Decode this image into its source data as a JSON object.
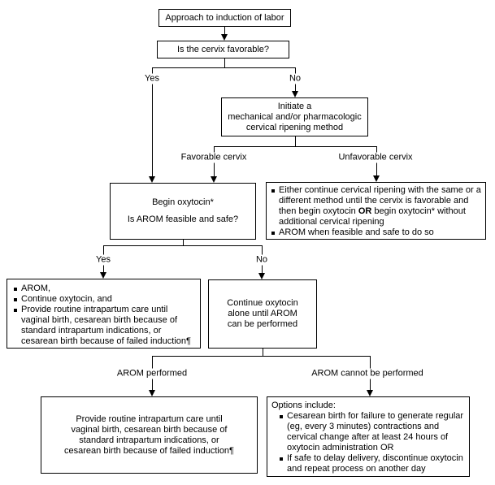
{
  "title": "Approach to induction of labor flowchart",
  "colors": {
    "background": "#ffffff",
    "line": "#000000",
    "text": "#000000"
  },
  "nodes": {
    "start": {
      "text": "Approach to induction of labor"
    },
    "cervix_question": {
      "text": "Is the cervix favorable?"
    },
    "ripening": {
      "lines": [
        "Initiate a",
        "mechanical and/or pharmacologic",
        "cervical ripening method"
      ]
    },
    "oxytocin": {
      "line1": "Begin oxytocin*",
      "line2": "Is AROM feasible and safe?"
    },
    "unfavorable_options": {
      "bullet1_pre": "Either continue cervical ripening with the same or a different method until the cervix is favorable and then begin oxytocin ",
      "bullet1_bold": "OR",
      "bullet1_post": " begin oxytocin* without additional cervical ripening",
      "bullet2": "AROM when feasible and safe to do so"
    },
    "arom_yes": {
      "bullet1": "AROM,",
      "bullet2": "Continue oxytocin, and",
      "bullet3": "Provide routine intrapartum care until vaginal birth, cesarean birth because of standard intrapartum indications, or cesarean birth because of failed induction¶"
    },
    "arom_no": {
      "lines": [
        "Continue oxytocin",
        "alone until AROM",
        "can be performed"
      ]
    },
    "routine_care": {
      "lines": [
        "Provide routine intrapartum care until",
        "vaginal birth, cesarean birth because of",
        "standard intrapartum indications, or",
        "cesarean birth because of failed induction¶"
      ]
    },
    "options": {
      "heading": "Options include:",
      "bullet1": "Cesarean birth for failure to generate regular (eg, every 3 minutes) contractions and cervical change after at least 24 hours of oxytocin administration OR",
      "bullet2": "If safe to delay delivery, discontinue oxytocin and repeat process on another day"
    }
  },
  "labels": {
    "yes1": "Yes",
    "no1": "No",
    "favorable": "Favorable cervix",
    "unfavorable": "Unfavorable cervix",
    "yes2": "Yes",
    "no2": "No",
    "arom_performed": "AROM performed",
    "arom_not_performed": "AROM cannot be performed"
  }
}
